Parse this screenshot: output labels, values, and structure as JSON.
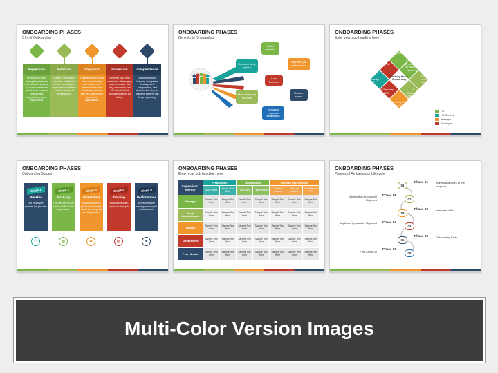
{
  "colors": {
    "green": "#7ab648",
    "olive": "#9bbb59",
    "orange": "#f0962c",
    "red": "#c0392b",
    "navy": "#2e4a6b",
    "teal": "#1aa39a",
    "gray_dark": "#3d3d3d"
  },
  "slides": [
    {
      "title": "ONBOARDING PHASES",
      "subtitle": "5 I's of Onboarding",
      "columns": [
        {
          "label": "Impression",
          "text": "Onboarding starts during the attraction and selection phases, so make sure those two phases create a positive first impression of your organization.",
          "icon": "magnifier-icon"
        },
        {
          "label": "Induction",
          "text": "Create a checklist of induction activities to ensure new starters don't miss out of their first few weeks of employment.",
          "icon": "checklist-icon"
        },
        {
          "label": "Integration",
          "text": "Think about the social side of onboarding and ensure new starters meet their teams and connect with the right people across the organization.",
          "icon": "people-icon"
        },
        {
          "label": "Immersion",
          "text": "Immerse your new starters in challenging and memorable role play, simulation and VR activities that facilitate learning by doing.",
          "icon": "vr-headset-icon"
        },
        {
          "label": "Independence",
          "text": "Build a blended learning ecosystem that supports independent, self directed learning, so that new starters can keep improving.",
          "icon": "user-icon"
        }
      ]
    },
    {
      "title": "ONBOARDING PHASES",
      "subtitle": "Benefits to Onboarding",
      "bubbles": [
        {
          "text": "Better retention"
        },
        {
          "text": "Reduced ramp up time"
        },
        {
          "text": "Improved job performance"
        },
        {
          "text": "Less Turnover"
        },
        {
          "text": "More employee referrals"
        },
        {
          "text": "Reduce stress"
        },
        {
          "text": "Increased employee satisfaction"
        }
      ]
    },
    {
      "title": "ONBOARDING PHASES",
      "subtitle": "Enter your sub headline here",
      "center": "Workday Hire & Onboarding",
      "steps": [
        {
          "text": "1. Initiate hire process"
        },
        {
          "text": "2. Generate ID and email for business systems"
        },
        {
          "text": "3. Create worker account"
        },
        {
          "text": "4. Onboarding dashboard created"
        },
        {
          "text": "5. Complete onboarding tasks"
        },
        {
          "text": "6. Generate NTE"
        },
        {
          "text": "7. Acknowledge NTE"
        },
        {
          "text": "8. Select Benefits"
        }
      ],
      "legend": [
        "HR",
        "HR Control",
        "Manager",
        "Employee"
      ]
    },
    {
      "title": "ONBOARDING PHASES",
      "subtitle": "Onboarding Stages",
      "stages": [
        {
          "tag": "Stage 1",
          "name": "Pre-Hire",
          "text": "An employee accepts the job offer."
        },
        {
          "tag": "Stage 2",
          "name": "First day",
          "text": "The first day on the job is a critical first impression."
        },
        {
          "tag": "Stage 3",
          "name": "Orientation",
          "text": "Employees learn general knowledge about the company and the policies."
        },
        {
          "tag": "Stage 4",
          "name": "Training",
          "text": "Employees learn how to do their job."
        },
        {
          "tag": "Stage 5",
          "name": "Performance",
          "text": "Employees are making meaningful contributions."
        }
      ]
    },
    {
      "title": "ONBOARDING PHASES",
      "subtitle": "Enter your sub headline here",
      "groups": [
        "Preparation",
        "Onboarding",
        "Review/ assessment"
      ],
      "corner": "Supervisor / Mentor",
      "columns": [
        "Upon Hiring",
        "Before Start Date",
        "First Day(s)",
        "First Week(s)",
        "1st three months",
        "3rd to six months",
        "End of the 1st FR"
      ],
      "rows": [
        "Manager",
        "Lead Administrator",
        "Human",
        "Department",
        "Peer Mentor"
      ],
      "cell": "Sample Text Here"
    },
    {
      "title": "ONBOARDING PHASES",
      "subtitle": "Phases of Ambassador Lifecycle",
      "phases": [
        {
          "num": "01",
          "label": "Phase 01",
          "text": "Individual applies to the program"
        },
        {
          "num": "02",
          "label": "Phase 02",
          "text": "Application Approved / Rejected"
        },
        {
          "num": "03",
          "label": "Phase 03",
          "text": "Interview Held"
        },
        {
          "num": "04",
          "label": "Phase 04",
          "text": "Applicant Approved / Rejected"
        },
        {
          "num": "05",
          "label": "Phase 05",
          "text": "Onboarding Ends"
        },
        {
          "num": "06",
          "label": "Phase 06",
          "text": "First Check-in"
        }
      ]
    }
  ],
  "banner": {
    "title": "Multi-Color Version Images"
  }
}
